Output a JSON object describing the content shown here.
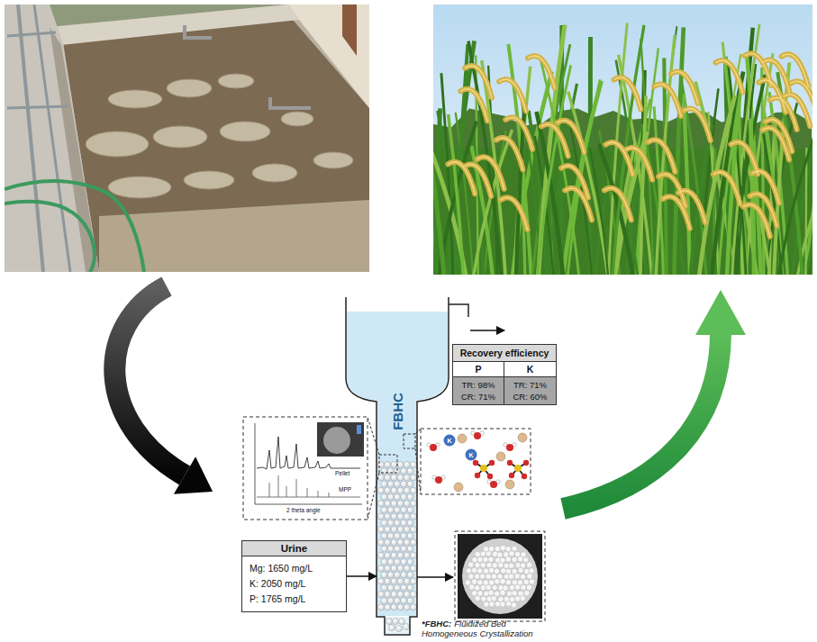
{
  "diagram": {
    "nodes": [
      {
        "text": [
          "FBHC"
        ]
      },
      {
        "text": [
          "Recovery efficiency",
          "P",
          "K",
          "TR: 98%",
          "TR: 71%",
          "CR: 71%",
          "CR: 60%"
        ]
      },
      {
        "text": [
          "Urine",
          "Mg: 1650 mg/L",
          "K: 2050 mg/L",
          "P: 1765 mg/L"
        ]
      }
    ],
    "edges": [
      {
        "from": 2,
        "to": 0,
        "arrow": "to"
      }
    ],
    "labels": [
      "Pellet",
      "MPP",
      "2 theta angle",
      "K",
      "K",
      "*FBHC:",
      "Fluidized Bed Homogeneous Crystallization"
    ]
  }
}
